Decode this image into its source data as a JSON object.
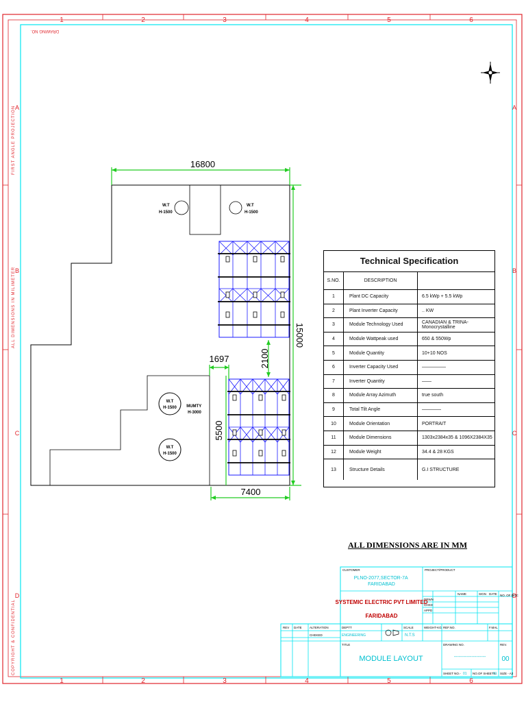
{
  "frame": {
    "col_labels": [
      "1",
      "2",
      "3",
      "4",
      "5",
      "6"
    ],
    "row_labels": [
      "A",
      "B",
      "C",
      "D"
    ],
    "side_left_top": "FIRST ANGLE PROJECTION",
    "side_left_mid": "ALL DIMENSIONS IN MILIMETER",
    "side_left_bottom": "COPYRIGHT & CONFIDENTIAL",
    "drawing_no_label": "DRAWING NO."
  },
  "dimensions": {
    "top_width": "16800",
    "right_height": "15000",
    "gap_vertical": "2100",
    "offset": "1697",
    "lower_height": "5500",
    "bottom_width": "7400"
  },
  "tanks": [
    {
      "label1": "W.T",
      "label2": "H-1500"
    },
    {
      "label1": "W.T",
      "label2": "H-1500"
    },
    {
      "label1": "W.T",
      "label2": "H-1500"
    },
    {
      "label1": "W.T",
      "label2": "H-1500"
    }
  ],
  "mumty_label": "MUMTY\nH-3000",
  "spec_table": {
    "title": "Technical Specification",
    "col_sno": "S.NO.",
    "col_desc": "DESCRIPTION",
    "rows": [
      {
        "no": "1",
        "desc": "Plant DC Capacity",
        "value": "6.5 kWp + 5.5 kWp"
      },
      {
        "no": "2",
        "desc": "Plant Inverter Capacity",
        "value": ".. KW"
      },
      {
        "no": "3",
        "desc": "Module Technology Used",
        "value": "CANADIAN & TRINA-Monocrystalline"
      },
      {
        "no": "4",
        "desc": "Module Wattpeak used",
        "value": "650 & 550Wp"
      },
      {
        "no": "5",
        "desc": "Module Quantity",
        "value": "10+10 NOS"
      },
      {
        "no": "6",
        "desc": "Inverter Capacity Used",
        "value": "—————"
      },
      {
        "no": "7",
        "desc": "Inverter Quantity",
        "value": "——"
      },
      {
        "no": "8",
        "desc": "Module Array Azimuth",
        "value": "true south"
      },
      {
        "no": "9",
        "desc": "Total Tilt Angle",
        "value": "————"
      },
      {
        "no": "10",
        "desc": "Module Orientation",
        "value": "PORTRAIT"
      },
      {
        "no": "11",
        "desc": "Module Dimensions",
        "value": "1303x2384x35 & 1096X2384X35"
      },
      {
        "no": "12",
        "desc": "Module Weight",
        "value": "34.4 & 28 KGS"
      },
      {
        "no": "13",
        "desc": "Structure Details",
        "value": "G.I STRUCTURE"
      }
    ]
  },
  "dimension_note": "ALL DIMENSIONS ARE IN MM",
  "title_block": {
    "customer_label": "CUSTOMER",
    "customer_value": "PLNO-2077,SECTOR-7A\nFARIDABAD",
    "project_label": "PROJECT/PRODUCT",
    "company": "SYSTEMIC ELECTRIC PVT LIMITED",
    "company_city": "FARIDABAD",
    "name_col": "NAME",
    "sign_col": "SIGN",
    "date_col": "DATE",
    "no_of_doc": "NO. OF DOC",
    "drwn": "DRWN",
    "chkd": "CHKD",
    "appd": "APPD",
    "rev": "REV",
    "date": "DATE",
    "alteration": "ALTERATION",
    "checked": "CHEKED",
    "deptt": "DEPTT",
    "deptt_value": "ENGINEERING",
    "scale": "SCALE",
    "scale_value": "N.T.S",
    "weight": "WEIGHT-KG",
    "ref_no": "REF.NO.",
    "fmal": "F.MAL",
    "title_label": "TITLE",
    "title_value": "MODULE LAYOUT",
    "drawing_no": "DRAWING NO.",
    "drawing_no_value": "--------------------",
    "rev_label": "REV.",
    "rev_value": "00",
    "sheet_no": "SHEET NO.-",
    "sheet_value": "01",
    "no_of_sheets": "NO.OF SHEETS-",
    "sheets_value": "01",
    "size": "SIZE - A3"
  },
  "colors": {
    "frame": "#e0242b",
    "inner_frame": "#00e5f0",
    "dimension": "#22cc22",
    "panel": "#1a1aff",
    "title_text": "#00c0d0"
  }
}
